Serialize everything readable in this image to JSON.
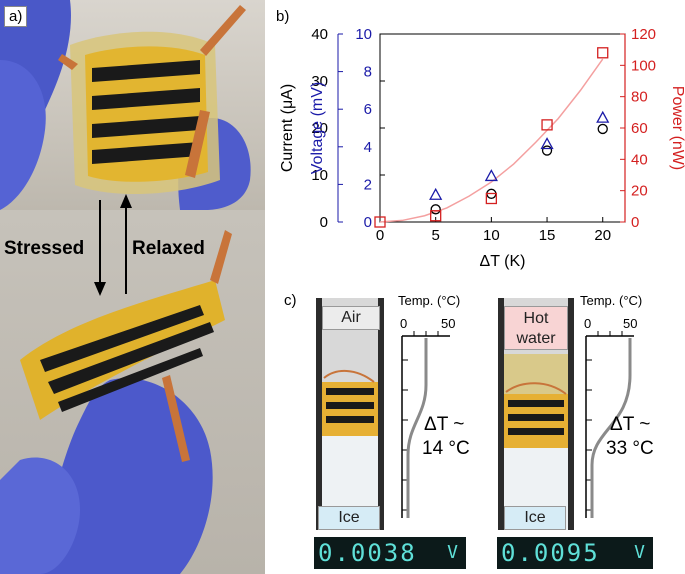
{
  "panels": {
    "a_label": "a)",
    "b_label": "b)",
    "c_label": "c)"
  },
  "photo": {
    "stressed": "Stressed",
    "relaxed": "Relaxed"
  },
  "chart_data": {
    "type": "scatter",
    "xlabel": "ΔT (K)",
    "xlim": [
      0,
      22
    ],
    "xticks": [
      0,
      5,
      10,
      15,
      20
    ],
    "axes": {
      "current": {
        "label": "Current (μA)",
        "lim": [
          0,
          40
        ],
        "ticks": [
          0,
          10,
          20,
          30,
          40
        ],
        "color": "#000000"
      },
      "voltage": {
        "label": "Voltage (mV)",
        "lim": [
          0,
          10
        ],
        "ticks": [
          0,
          2,
          4,
          6,
          8,
          10
        ],
        "color": "#1a1aa8"
      },
      "power": {
        "label": "Power (nW)",
        "lim": [
          0,
          120
        ],
        "ticks": [
          0,
          20,
          40,
          60,
          80,
          100,
          120
        ],
        "color": "#d42020"
      }
    },
    "series": [
      {
        "axis": "current",
        "marker": "circle",
        "color": "#000000",
        "x": [
          5,
          10,
          15,
          20
        ],
        "y": [
          2.7,
          6.0,
          15.2,
          19.8
        ]
      },
      {
        "axis": "voltage",
        "marker": "triangle",
        "color": "#1a1aa8",
        "x": [
          5,
          10,
          15,
          20
        ],
        "y": [
          1.45,
          2.45,
          4.15,
          5.55
        ]
      },
      {
        "axis": "power",
        "marker": "square",
        "color": "#d42020",
        "x": [
          0,
          5,
          10,
          15,
          20
        ],
        "y": [
          0,
          4,
          15,
          62,
          108
        ]
      }
    ],
    "fit": {
      "axis": "power",
      "color": "#f4a0a0",
      "x": [
        0,
        2,
        4,
        6,
        8,
        10,
        12,
        14,
        16,
        18,
        20
      ],
      "y": [
        0,
        1,
        4,
        9,
        16.5,
        25.5,
        37,
        51,
        66,
        84,
        104
      ]
    }
  },
  "figure_c": {
    "left": {
      "top_label": "Air",
      "bottom_label": "Ice",
      "temp_title": "Temp. (°C)",
      "ticks": [
        "0",
        "50"
      ],
      "delta_line1": "ΔT ~",
      "delta_line2": "14 °C",
      "readout": "0.0038",
      "readout_unit": "V"
    },
    "right": {
      "top_label": "Hot water",
      "bottom_label": "Ice",
      "temp_title": "Temp. (°C)",
      "ticks": [
        "0",
        "50"
      ],
      "delta_line1": "ΔT ~",
      "delta_line2": "33 °C",
      "readout": "0.0095",
      "readout_unit": "V"
    }
  }
}
